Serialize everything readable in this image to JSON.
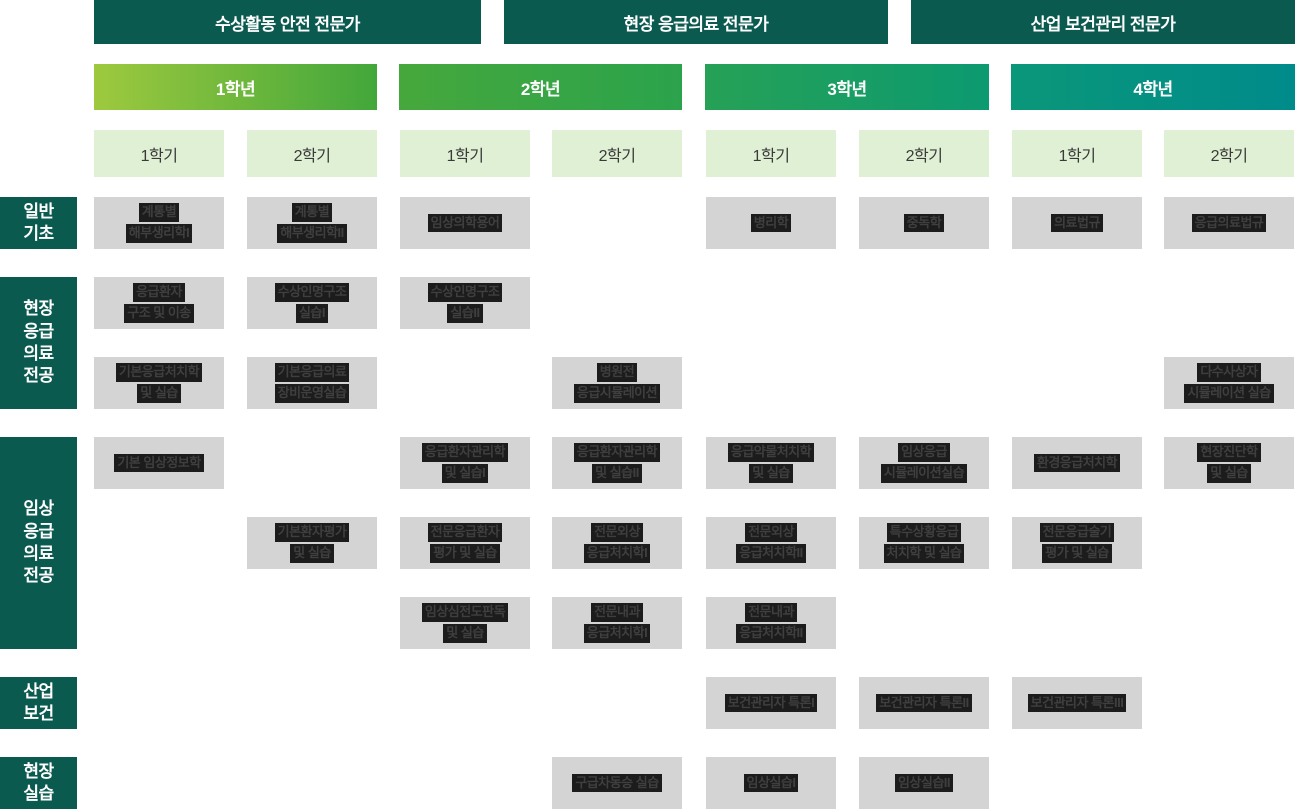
{
  "header": {
    "tracks": [
      {
        "label": "수상활동 안전 전문가"
      },
      {
        "label": "현장 응급의료 전문가"
      },
      {
        "label": "산업 보건관리 전문가"
      }
    ],
    "years": [
      {
        "label": "1학년"
      },
      {
        "label": "2학년"
      },
      {
        "label": "3학년"
      },
      {
        "label": "4학년"
      }
    ],
    "semesters": [
      {
        "label": "1학기"
      },
      {
        "label": "2학기"
      },
      {
        "label": "1학기"
      },
      {
        "label": "2학기"
      },
      {
        "label": "1학기"
      },
      {
        "label": "2학기"
      },
      {
        "label": "1학기"
      },
      {
        "label": "2학기"
      }
    ]
  },
  "categories": [
    {
      "id": "general-basic",
      "lines": [
        "일반",
        "기초"
      ],
      "row_start": 1,
      "row_end": 1
    },
    {
      "id": "field-emergency-major",
      "lines": [
        "현장",
        "응급",
        "의료",
        "전공"
      ],
      "row_start": 2,
      "row_end": 3
    },
    {
      "id": "clinical-emergency-major",
      "lines": [
        "임상",
        "응급",
        "의료",
        "전공"
      ],
      "row_start": 4,
      "row_end": 6
    },
    {
      "id": "industrial-health",
      "lines": [
        "산업",
        "보건"
      ],
      "row_start": 7,
      "row_end": 7
    },
    {
      "id": "field-practice",
      "lines": [
        "현장",
        "실습"
      ],
      "row_start": 8,
      "row_end": 8
    }
  ],
  "courses": [
    {
      "row": 1,
      "col": 1,
      "lines": [
        "계통별",
        "해부생리학I"
      ]
    },
    {
      "row": 1,
      "col": 2,
      "lines": [
        "계통별",
        "해부생리학II"
      ]
    },
    {
      "row": 1,
      "col": 3,
      "lines": [
        "임상의학용어"
      ]
    },
    {
      "row": 1,
      "col": 5,
      "lines": [
        "병리학"
      ]
    },
    {
      "row": 1,
      "col": 6,
      "lines": [
        "중독학"
      ]
    },
    {
      "row": 1,
      "col": 7,
      "lines": [
        "의료법규"
      ]
    },
    {
      "row": 1,
      "col": 8,
      "lines": [
        "응급의료법규"
      ]
    },
    {
      "row": 2,
      "col": 1,
      "lines": [
        "응급환자",
        "구조 및 이송"
      ]
    },
    {
      "row": 2,
      "col": 2,
      "lines": [
        "수상인명구조",
        "실습I"
      ]
    },
    {
      "row": 2,
      "col": 3,
      "lines": [
        "수상인명구조",
        "실습II"
      ]
    },
    {
      "row": 3,
      "col": 1,
      "lines": [
        "기본응급처치학",
        "및 실습"
      ]
    },
    {
      "row": 3,
      "col": 2,
      "lines": [
        "기본응급의료",
        "장비운영실습"
      ]
    },
    {
      "row": 3,
      "col": 4,
      "lines": [
        "병원전",
        "응급시뮬레이션"
      ]
    },
    {
      "row": 3,
      "col": 8,
      "lines": [
        "다수사상자",
        "시뮬레이션 실습"
      ]
    },
    {
      "row": 4,
      "col": 1,
      "lines": [
        "기본 임상정보학"
      ]
    },
    {
      "row": 4,
      "col": 3,
      "lines": [
        "응급환자관리학",
        "및 실습I"
      ]
    },
    {
      "row": 4,
      "col": 4,
      "lines": [
        "응급환자관리학",
        "및 실습II"
      ]
    },
    {
      "row": 4,
      "col": 5,
      "lines": [
        "응급약물처치학",
        "및 실습"
      ]
    },
    {
      "row": 4,
      "col": 6,
      "lines": [
        "임상응급",
        "시뮬레이션실습"
      ]
    },
    {
      "row": 4,
      "col": 7,
      "lines": [
        "환경응급처치학"
      ]
    },
    {
      "row": 4,
      "col": 8,
      "lines": [
        "현장진단학",
        "및 실습"
      ]
    },
    {
      "row": 5,
      "col": 2,
      "lines": [
        "기본환자평가",
        "및 실습"
      ]
    },
    {
      "row": 5,
      "col": 3,
      "lines": [
        "전문응급환자",
        "평가 및 실습"
      ]
    },
    {
      "row": 5,
      "col": 4,
      "lines": [
        "전문외상",
        "응급처치학I"
      ]
    },
    {
      "row": 5,
      "col": 5,
      "lines": [
        "전문외상",
        "응급처치학II"
      ]
    },
    {
      "row": 5,
      "col": 6,
      "lines": [
        "특수상황응급",
        "처치학 및 실습"
      ]
    },
    {
      "row": 5,
      "col": 7,
      "lines": [
        "전문응급술기",
        "평가 및 실습"
      ]
    },
    {
      "row": 6,
      "col": 3,
      "lines": [
        "임상심전도판독",
        "및 실습"
      ]
    },
    {
      "row": 6,
      "col": 4,
      "lines": [
        "전문내과",
        "응급처치학I"
      ]
    },
    {
      "row": 6,
      "col": 5,
      "lines": [
        "전문내과",
        "응급처치학II"
      ]
    },
    {
      "row": 7,
      "col": 5,
      "lines": [
        "보건관리자 특론I"
      ]
    },
    {
      "row": 7,
      "col": 6,
      "lines": [
        "보건관리자 특론II"
      ]
    },
    {
      "row": 7,
      "col": 7,
      "lines": [
        "보건관리자 특론III"
      ]
    },
    {
      "row": 8,
      "col": 4,
      "lines": [
        "구급차동승 실습"
      ]
    },
    {
      "row": 8,
      "col": 5,
      "lines": [
        "임상실습I"
      ]
    },
    {
      "row": 8,
      "col": 6,
      "lines": [
        "임상실습II"
      ]
    }
  ],
  "colors": {
    "teal_banner": "#0b5a50",
    "semester_bg": "#e0f0d4",
    "course_bg": "#d4d4d4",
    "course_highlight": "#0c0c0c",
    "year_gradients": [
      [
        "#9ec93e",
        "#42a73b"
      ],
      [
        "#46a83c",
        "#2ba34c"
      ],
      [
        "#26a156",
        "#0c9a70"
      ],
      [
        "#0a9779",
        "#008b8b"
      ]
    ]
  }
}
